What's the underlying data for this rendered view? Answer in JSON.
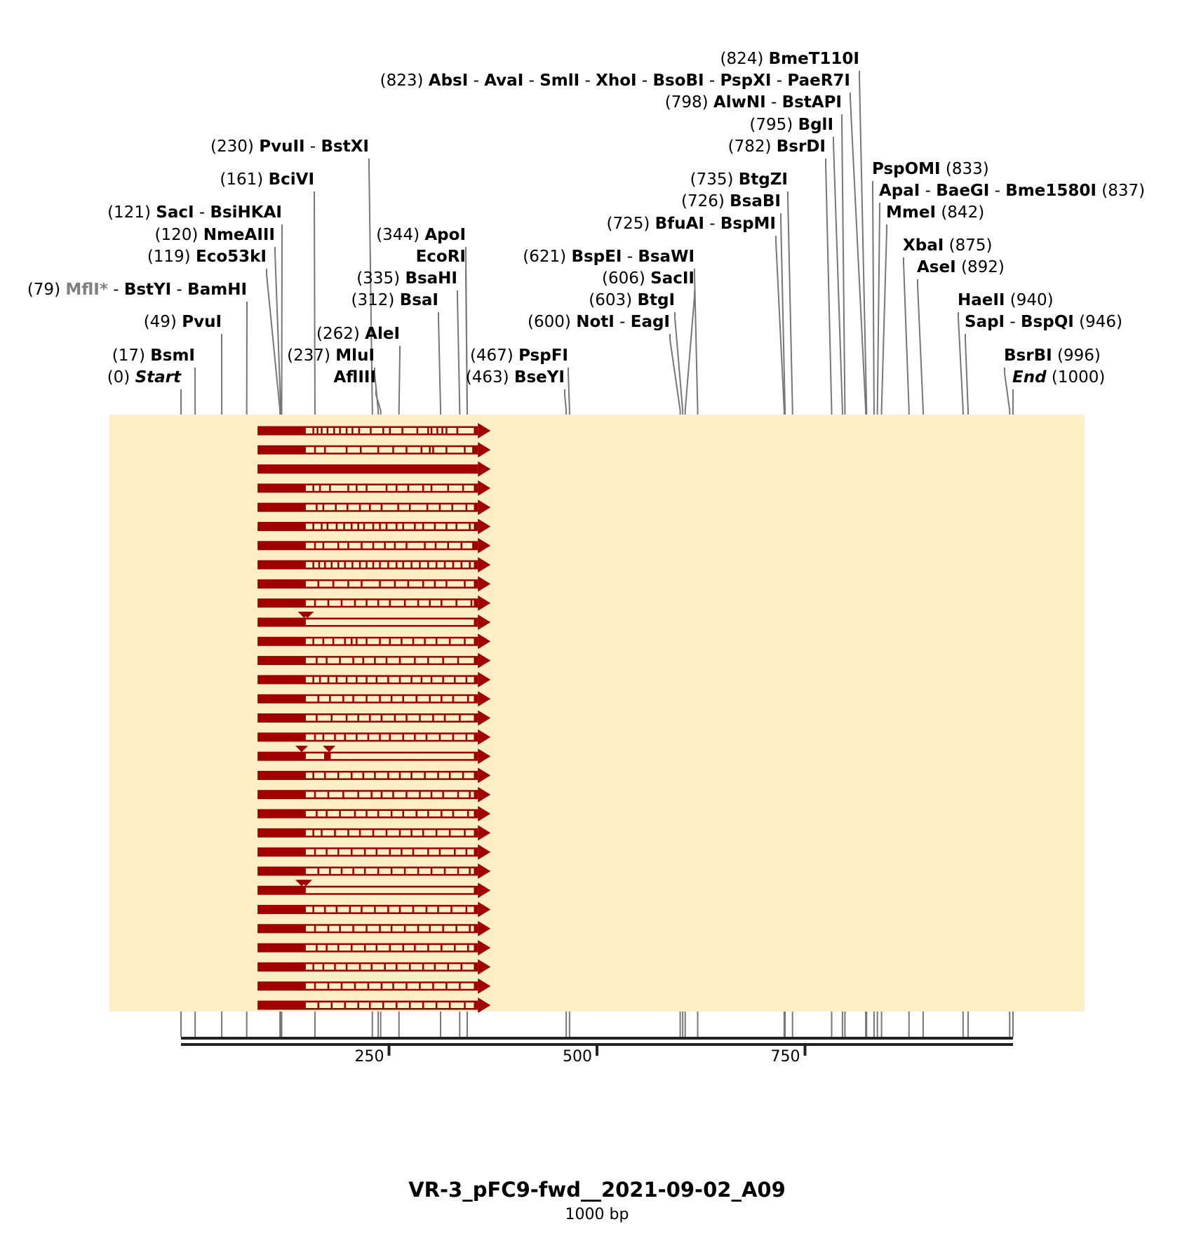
{
  "title": "VR-3_pFC9-fwd__2021-09-02_A09",
  "subtitle": "1000 bp",
  "sequence_length": 1000,
  "axis_ticks": [
    {
      "value": 250,
      "label": "250"
    },
    {
      "value": 500,
      "label": "500"
    },
    {
      "value": 750,
      "label": "750"
    }
  ],
  "colors": {
    "background": "#ffffff",
    "feature_band": "#feeec5",
    "read": "#a00000",
    "label_line": "#777777",
    "axis": "#222222",
    "muted_enzyme": "#808080"
  },
  "sites": [
    {
      "pos": 0,
      "anchor": 0,
      "label": "(0)",
      "names": [
        "Start"
      ],
      "italic": true,
      "side": "left"
    },
    {
      "pos": 17,
      "anchor": 17,
      "label": "(17)",
      "names": [
        "BsmI"
      ],
      "side": "left"
    },
    {
      "pos": 49,
      "anchor": 49,
      "label": "(49)",
      "names": [
        "PvuI"
      ],
      "side": "left"
    },
    {
      "pos": 79,
      "anchor": 79,
      "label": "(79)",
      "names": [
        "MflI*",
        "BstYI",
        "BamHI"
      ],
      "muted": [
        "MflI*"
      ],
      "side": "left"
    },
    {
      "pos": 119,
      "anchor": 105,
      "label": "(119)",
      "names": [
        "Eco53kI"
      ],
      "side": "left"
    },
    {
      "pos": 120,
      "anchor": 112,
      "label": "(120)",
      "names": [
        "NmeAIII"
      ],
      "side": "left"
    },
    {
      "pos": 121,
      "anchor": 121,
      "label": "(121)",
      "names": [
        "SacI",
        "BsiHKAI"
      ],
      "side": "left"
    },
    {
      "pos": 161,
      "anchor": 161,
      "label": "(161)",
      "names": [
        "BciVI"
      ],
      "side": "left"
    },
    {
      "pos": 230,
      "anchor": 226,
      "label": "(230)",
      "names": [
        "PvuII",
        "BstXI"
      ],
      "side": "left"
    },
    {
      "pos": 237,
      "anchor": 226,
      "label": "(237)",
      "names": [
        "MluI"
      ],
      "side": "left"
    },
    {
      "pos": 240,
      "anchor": 226,
      "label": "",
      "names": [
        "AflIII"
      ],
      "side": "left"
    },
    {
      "pos": 262,
      "anchor": 262,
      "label": "(262)",
      "names": [
        "AleI"
      ],
      "side": "left"
    },
    {
      "pos": 312,
      "anchor": 312,
      "label": "(312)",
      "names": [
        "BsaI"
      ],
      "side": "left"
    },
    {
      "pos": 335,
      "anchor": 335,
      "label": "(335)",
      "names": [
        "BsaHI"
      ],
      "side": "left"
    },
    {
      "pos": 344,
      "anchor": 344,
      "label": "",
      "names": [
        "EcoRI"
      ],
      "side": "left"
    },
    {
      "pos": 344,
      "anchor": 344,
      "label": "(344)",
      "names": [
        "ApoI"
      ],
      "side": "left"
    },
    {
      "pos": 463,
      "anchor": 463,
      "label": "(463)",
      "names": [
        "BseYI"
      ],
      "side": "left"
    },
    {
      "pos": 467,
      "anchor": 467,
      "label": "(467)",
      "names": [
        "PspFI"
      ],
      "side": "left"
    },
    {
      "pos": 600,
      "anchor": 600,
      "label": "(600)",
      "names": [
        "NotI",
        "EagI"
      ],
      "side": "left"
    },
    {
      "pos": 603,
      "anchor": 603,
      "label": "(603)",
      "names": [
        "BtgI"
      ],
      "side": "left"
    },
    {
      "pos": 606,
      "anchor": 606,
      "label": "(606)",
      "names": [
        "SacII"
      ],
      "side": "left"
    },
    {
      "pos": 621,
      "anchor": 621,
      "label": "(621)",
      "names": [
        "BspEI",
        "BsaWI"
      ],
      "side": "left"
    },
    {
      "pos": 725,
      "anchor": 725,
      "label": "(725)",
      "names": [
        "BfuAI",
        "BspMI"
      ],
      "side": "left"
    },
    {
      "pos": 726,
      "anchor": 726,
      "label": "(726)",
      "names": [
        "BsaBI"
      ],
      "side": "left"
    },
    {
      "pos": 735,
      "anchor": 735,
      "label": "(735)",
      "names": [
        "BtgZI"
      ],
      "side": "left"
    },
    {
      "pos": 782,
      "anchor": 782,
      "label": "(782)",
      "names": [
        "BsrDI"
      ],
      "side": "left"
    },
    {
      "pos": 795,
      "anchor": 795,
      "label": "(795)",
      "names": [
        "BglI"
      ],
      "side": "left"
    },
    {
      "pos": 798,
      "anchor": 798,
      "label": "(798)",
      "names": [
        "AlwNI",
        "BstAPI"
      ],
      "side": "left"
    },
    {
      "pos": 823,
      "anchor": 823,
      "label": "(823)",
      "names": [
        "AbsI",
        "AvaI",
        "SmlI",
        "XhoI",
        "BsoBI",
        "PspXI",
        "PaeR7I"
      ],
      "side": "left"
    },
    {
      "pos": 824,
      "anchor": 824,
      "label": "(824)",
      "names": [
        "BmeT110I"
      ],
      "side": "left"
    },
    {
      "pos": 833,
      "anchor": 833,
      "label": "(833)",
      "names": [
        "PspOMI"
      ],
      "side": "right"
    },
    {
      "pos": 837,
      "anchor": 837,
      "label": "(837)",
      "names": [
        "ApaI",
        "BaeGI",
        "Bme1580I"
      ],
      "side": "right"
    },
    {
      "pos": 842,
      "anchor": 842,
      "label": "(842)",
      "names": [
        "MmeI"
      ],
      "side": "right"
    },
    {
      "pos": 875,
      "anchor": 875,
      "label": "(875)",
      "names": [
        "XbaI"
      ],
      "side": "right"
    },
    {
      "pos": 892,
      "anchor": 892,
      "label": "(892)",
      "names": [
        "AseI"
      ],
      "side": "right"
    },
    {
      "pos": 940,
      "anchor": 940,
      "label": "(940)",
      "names": [
        "HaeII"
      ],
      "side": "right"
    },
    {
      "pos": 946,
      "anchor": 946,
      "label": "(946)",
      "names": [
        "SapI",
        "BspQI"
      ],
      "side": "right"
    },
    {
      "pos": 996,
      "anchor": 996,
      "label": "(996)",
      "names": [
        "BsrBI"
      ],
      "side": "right"
    },
    {
      "pos": 1000,
      "anchor": 1000,
      "label": "(1000)",
      "names": [
        "End"
      ],
      "italic": true,
      "side": "right"
    }
  ],
  "reads": [
    {
      "start": 92,
      "end": 372,
      "mismatches": [
        158,
        163,
        168,
        175,
        183,
        190,
        198,
        205,
        213,
        227,
        242,
        250,
        265,
        283,
        296,
        300,
        307,
        313,
        318,
        331,
        352
      ]
    },
    {
      "start": 92,
      "end": 372,
      "mismatches": [
        160,
        172,
        198,
        215,
        236,
        254,
        270,
        288,
        298,
        302,
        318,
        340,
        350
      ]
    },
    {
      "start": 92,
      "end": 372,
      "mismatches": []
    },
    {
      "start": 92,
      "end": 372,
      "mismatches": [
        158,
        166,
        178,
        200,
        210,
        222,
        246,
        258,
        272,
        290,
        300,
        320,
        338,
        354
      ]
    },
    {
      "start": 92,
      "end": 372,
      "mismatches": [
        162,
        170,
        185,
        199,
        214,
        226,
        240,
        260,
        274,
        295,
        310,
        325,
        342
      ]
    },
    {
      "start": 92,
      "end": 372,
      "mismatches": [
        158,
        168,
        175,
        186,
        195,
        204,
        212,
        219,
        230,
        238,
        246,
        258,
        266,
        280,
        290,
        304,
        318,
        330,
        346
      ]
    },
    {
      "start": 92,
      "end": 372,
      "mismatches": [
        160,
        170,
        188,
        200,
        216,
        230,
        244,
        256,
        270,
        292,
        305,
        320,
        336,
        350
      ]
    },
    {
      "start": 92,
      "end": 372,
      "mismatches": [
        158,
        165,
        172,
        180,
        188,
        196,
        205,
        214,
        222,
        230,
        238,
        248,
        258,
        266,
        276,
        286,
        296,
        306,
        316,
        326,
        336,
        346
      ]
    },
    {
      "start": 92,
      "end": 372,
      "mismatches": [
        164,
        182,
        200,
        216,
        238,
        256,
        272,
        290,
        304,
        318,
        340
      ]
    },
    {
      "start": 92,
      "end": 372,
      "mismatches": [
        160,
        176,
        192,
        208,
        222,
        236,
        250,
        268,
        284,
        298,
        312,
        330,
        348
      ]
    },
    {
      "start": 92,
      "end": 372,
      "mismatches": [],
      "gap_start": 148,
      "gap_end": 355,
      "insertions": [
        148,
        152
      ]
    },
    {
      "start": 92,
      "end": 372,
      "mismatches": [
        158,
        170,
        182,
        196,
        204,
        210,
        222,
        238,
        250,
        264,
        278,
        292,
        306,
        322,
        340
      ]
    },
    {
      "start": 92,
      "end": 372,
      "mismatches": [
        162,
        174,
        190,
        206,
        218,
        232,
        246,
        262,
        280,
        296,
        314,
        332
      ]
    },
    {
      "start": 92,
      "end": 372,
      "mismatches": [
        158,
        166,
        176,
        186,
        198,
        210,
        222,
        234,
        248,
        262,
        276,
        288,
        300,
        314,
        328,
        342,
        354
      ]
    },
    {
      "start": 92,
      "end": 372,
      "mismatches": [
        164,
        178,
        194,
        206,
        222,
        238,
        252,
        266,
        282,
        298,
        312,
        326,
        344
      ]
    },
    {
      "start": 92,
      "end": 372,
      "mismatches": [
        162,
        180,
        198,
        212,
        226,
        240,
        256,
        270,
        286,
        302,
        316,
        334
      ]
    },
    {
      "start": 92,
      "end": 372,
      "mismatches": [
        160,
        170,
        184,
        196,
        210,
        224,
        238,
        250,
        266,
        280,
        294,
        310,
        326,
        342
      ]
    },
    {
      "start": 92,
      "end": 372,
      "mismatches": [],
      "gap_start": 148,
      "gap_end": 357,
      "insertions": [
        145,
        178
      ],
      "block": [
        172,
        180
      ]
    },
    {
      "start": 92,
      "end": 372,
      "mismatches": [
        158,
        172,
        188,
        204,
        218,
        232,
        248,
        262,
        276,
        292,
        308,
        322,
        338,
        352
      ]
    },
    {
      "start": 92,
      "end": 372,
      "mismatches": [
        160,
        176,
        194,
        212,
        228,
        240,
        254,
        270,
        286,
        300,
        314,
        332,
        346
      ]
    },
    {
      "start": 92,
      "end": 372,
      "mismatches": [
        162,
        174,
        190,
        208,
        222,
        236,
        252,
        266,
        282,
        296,
        312,
        326,
        344
      ]
    },
    {
      "start": 92,
      "end": 372,
      "mismatches": [
        158,
        168,
        184,
        200,
        214,
        230,
        246,
        262,
        276,
        290,
        306,
        322,
        340
      ]
    },
    {
      "start": 92,
      "end": 372,
      "mismatches": [
        160,
        174,
        188,
        204,
        220,
        234,
        250,
        264,
        278,
        296,
        310,
        328,
        342
      ]
    },
    {
      "start": 92,
      "end": 372,
      "mismatches": [
        164,
        178,
        192,
        206,
        220,
        236,
        252,
        268,
        284,
        300,
        316,
        332,
        346
      ]
    },
    {
      "start": 92,
      "end": 372,
      "mismatches": [],
      "gap_start": 148,
      "gap_end": 357,
      "insertions": [
        145,
        150
      ]
    },
    {
      "start": 92,
      "end": 372,
      "mismatches": [
        158,
        172,
        186,
        202,
        216,
        232,
        248,
        262,
        278,
        294,
        308,
        324,
        342
      ]
    },
    {
      "start": 92,
      "end": 372,
      "mismatches": [
        160,
        176,
        190,
        206,
        222,
        238,
        252,
        268,
        284,
        298,
        314,
        330,
        346
      ]
    },
    {
      "start": 92,
      "end": 372,
      "mismatches": [
        162,
        174,
        188,
        204,
        220,
        234,
        250,
        266,
        280,
        296,
        312,
        328,
        344
      ]
    },
    {
      "start": 92,
      "end": 372,
      "mismatches": [
        158,
        170,
        184,
        198,
        214,
        228,
        244,
        258,
        274,
        290,
        304,
        320,
        336,
        352
      ]
    },
    {
      "start": 92,
      "end": 372,
      "mismatches": [
        160,
        176,
        192,
        208,
        224,
        240,
        254,
        270,
        286,
        302,
        318,
        334
      ]
    },
    {
      "start": 92,
      "end": 372,
      "mismatches": [
        164,
        180,
        196,
        212,
        226,
        242,
        258,
        274,
        290,
        306,
        322,
        340
      ]
    }
  ]
}
